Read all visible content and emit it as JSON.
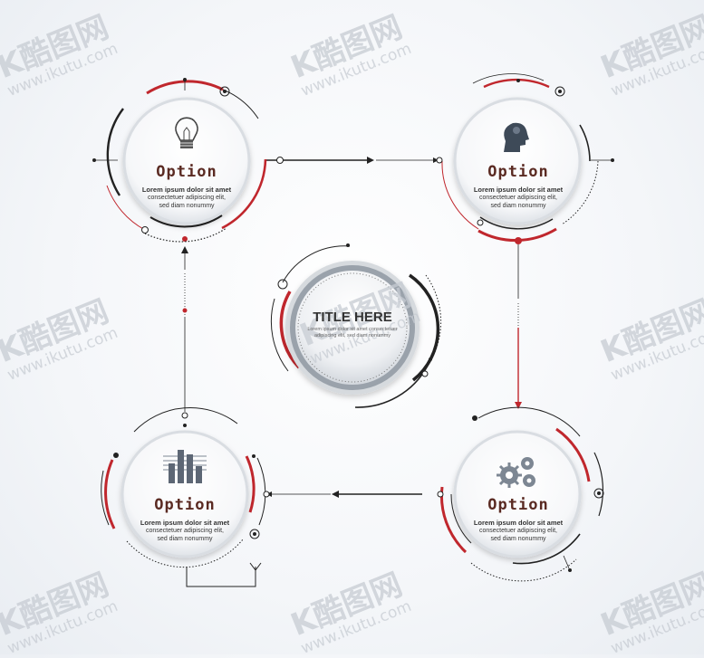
{
  "center": {
    "title": "TITLE HERE",
    "subtitle": "Lorem ipsum dolor sit amet consectetuer adipiscing elit, sed diam nonummy"
  },
  "nodes": [
    {
      "title": "Option",
      "line1": "Lorem ipsum dolor sit amet",
      "line2": "consectetuer adipiscing elit,",
      "line3": "sed diam nonummy",
      "icon": "lightbulb-icon"
    },
    {
      "title": "Option",
      "line1": "Lorem ipsum dolor sit amet",
      "line2": "consectetuer adipiscing elit,",
      "line3": "sed diam nonummy",
      "icon": "head-profile-icon"
    },
    {
      "title": "Option",
      "line1": "Lorem ipsum dolor sit amet",
      "line2": "consectetuer adipiscing elit,",
      "line3": "sed diam nonummy",
      "icon": "gears-icon"
    },
    {
      "title": "Option",
      "line1": "Lorem ipsum dolor sit amet",
      "line2": "consectetuer adipiscing elit,",
      "line3": "sed diam nonummy",
      "icon": "bar-chart-icon"
    }
  ],
  "watermark": {
    "brand": "酷图网",
    "url": "www.ikutu.com"
  },
  "colors": {
    "accent": "#c0272d",
    "line": "#2b2b2b",
    "grey": "#a9b0b8"
  }
}
